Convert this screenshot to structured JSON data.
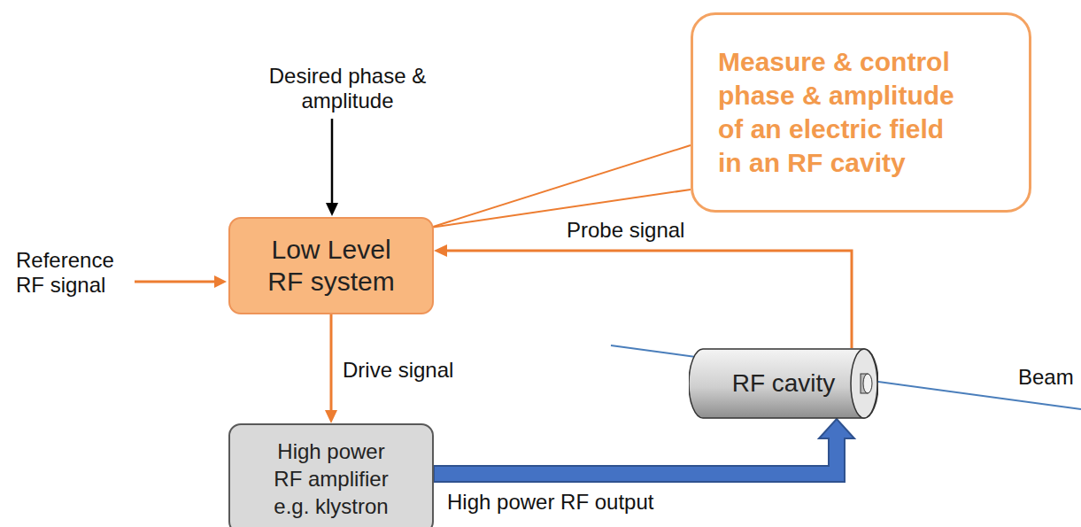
{
  "diagram": {
    "nodes": [
      {
        "text": [
          "Measure & control phase & amplitude of an electric field in an RF cavity"
        ]
      },
      {
        "text": [
          "Low Level RF system"
        ]
      },
      {
        "text": [
          "RF cavity"
        ]
      },
      {
        "text": [
          "High power RF amplifier e.g. klystron"
        ]
      }
    ],
    "edges": [
      {
        "from": 1,
        "to": 3,
        "label": "Drive signal",
        "arrow": "to"
      },
      {
        "from": 2,
        "to": 1,
        "label": "Probe signal",
        "arrow": "to"
      },
      {
        "from": 3,
        "to": 2,
        "label": "High power RF output",
        "arrow": "to"
      },
      {
        "from": 0,
        "to": 1,
        "arrow": "none"
      }
    ],
    "labels": [
      "Desired phase & amplitude",
      "Reference RF signal",
      "Beam"
    ]
  }
}
